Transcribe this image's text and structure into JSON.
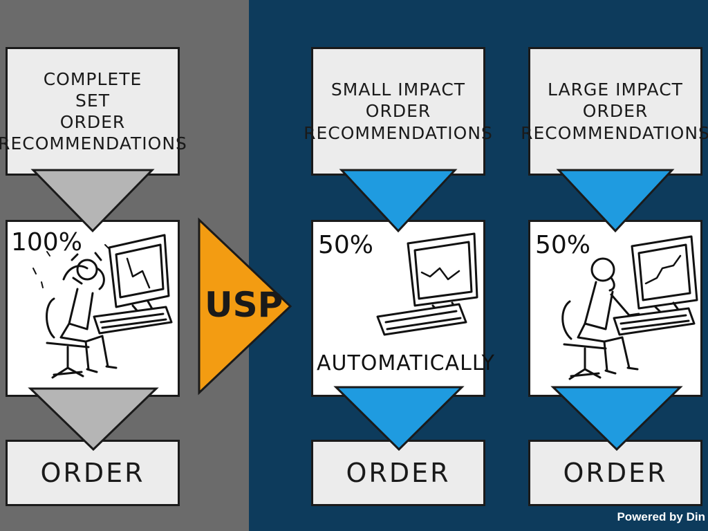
{
  "left": {
    "top_label": [
      "COMPLETE",
      "SET",
      "ORDER",
      "RECOMMENDATIONS"
    ],
    "percent": "100%",
    "bottom_label": "ORDER"
  },
  "usp_label": "USP",
  "middle": {
    "top_label": [
      "SMALL IMPACT",
      "ORDER",
      "RECOMMENDATIONS"
    ],
    "percent": "50%",
    "note": "AUTOMATICALLY",
    "bottom_label": "ORDER"
  },
  "right": {
    "top_label": [
      "LARGE IMPACT",
      "ORDER",
      "RECOMMENDATIONS"
    ],
    "percent": "50%",
    "bottom_label": "ORDER"
  },
  "footer": "Powered by Din",
  "colors": {
    "left_panel": "#6b6b6b",
    "right_panel": "#0d3b5c",
    "gray_arrow": "#b5b5b5",
    "blue_arrow": "#1f9be0",
    "usp_arrow": "#f39c12"
  }
}
